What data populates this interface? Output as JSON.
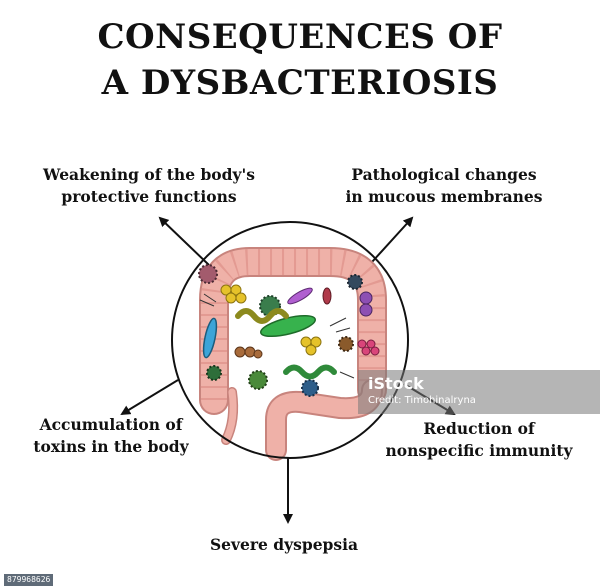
{
  "title": {
    "line1": "CONSEQUENCES OF",
    "line2": "A DYSBACTERIOSIS"
  },
  "consequences": {
    "top_left": [
      "Weakening of the body's",
      "protective functions"
    ],
    "top_right": [
      "Pathological changes",
      "in mucous membranes"
    ],
    "bottom_left": [
      "Accumulation of",
      "toxins in the body"
    ],
    "bottom_right": [
      "Reduction of",
      "nonspecific immunity"
    ],
    "bottom": "Severe dyspepsia"
  },
  "watermark": {
    "logo": "iStock",
    "credit": "Credit: Timohinalryna"
  },
  "stock_id": "879968626",
  "colors": {
    "intestine": "#efb1a8",
    "intestine_outline": "#c8847d",
    "circle_outline": "#111111"
  }
}
